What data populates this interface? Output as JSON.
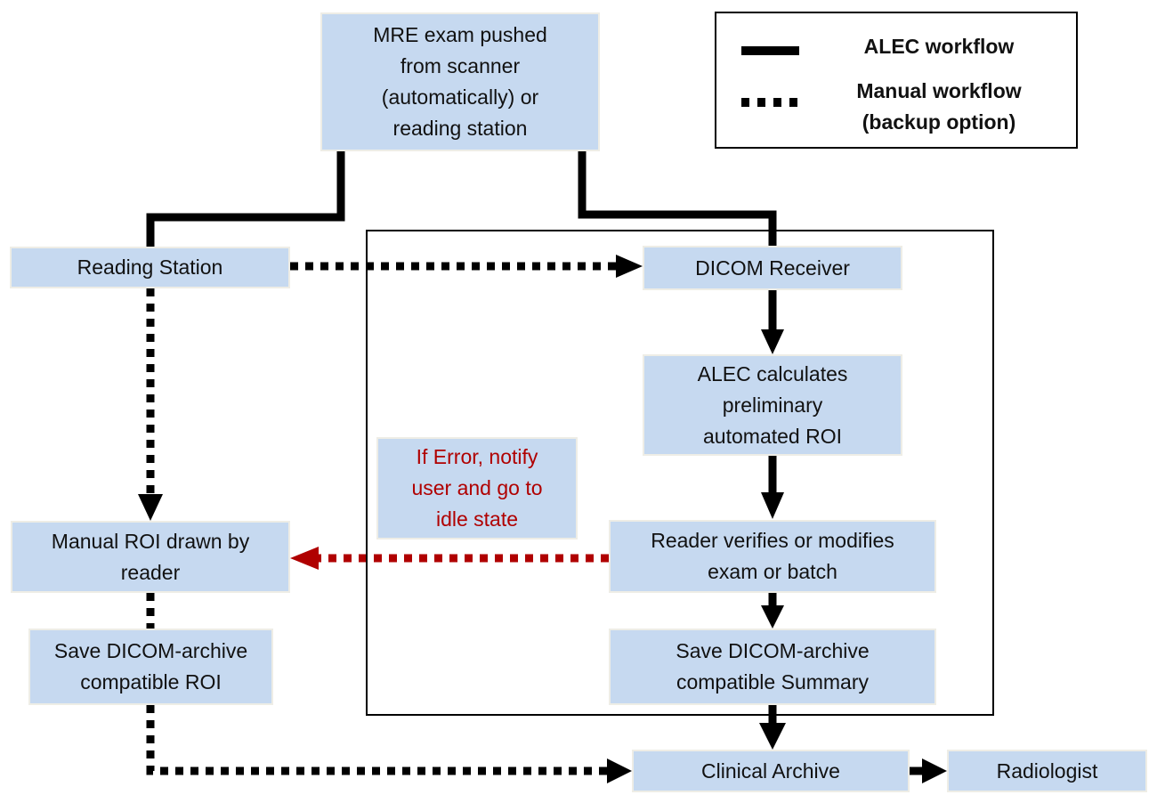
{
  "legend": {
    "solid_label": "ALEC workflow",
    "dotted_label": "Manual workflow\n(backup option)"
  },
  "nodes": {
    "mre_exam": "MRE exam pushed\nfrom scanner\n(automatically) or\nreading station",
    "reading_station": "Reading Station",
    "dicom_receiver": "DICOM Receiver",
    "alec_calculates": "ALEC calculates\npreliminary\nautomated ROI",
    "error_note": "If Error, notify\nuser and go to\nidle state",
    "manual_roi": "Manual ROI drawn by\nreader",
    "reader_verifies": "Reader verifies or modifies\nexam or batch",
    "save_roi": "Save DICOM-archive\ncompatible ROI",
    "save_summary": "Save DICOM-archive\ncompatible Summary",
    "clinical_archive": "Clinical Archive",
    "radiologist": "Radiologist"
  },
  "colors": {
    "box_fill": "#c6d9f0",
    "error_text": "#b00000",
    "line": "#000000"
  }
}
